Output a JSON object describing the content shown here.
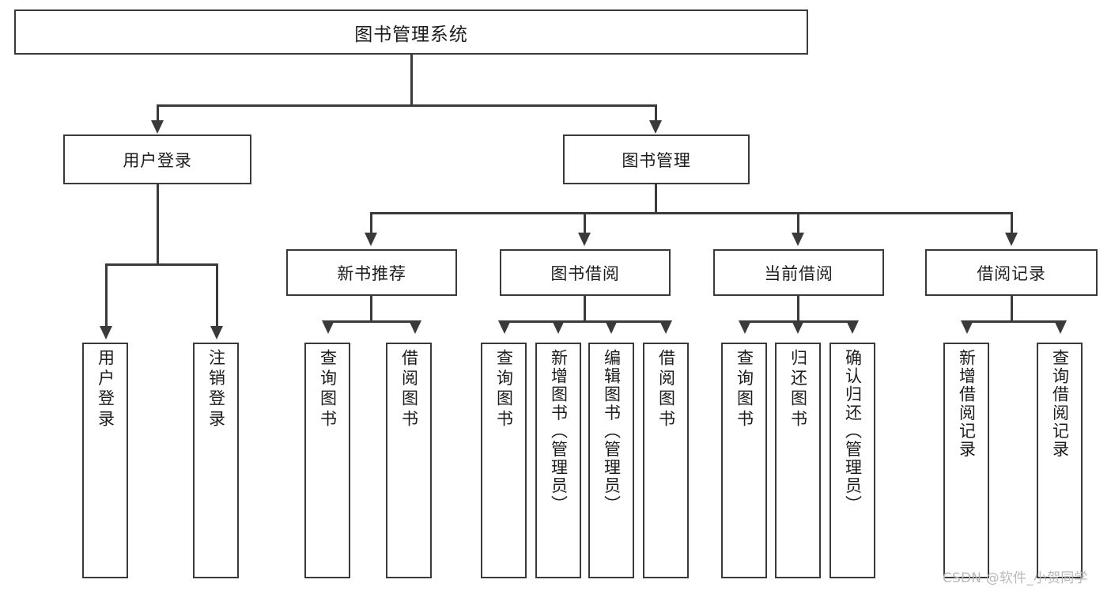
{
  "diagram": {
    "title": "图书管理系统",
    "type": "hierarchy-tree",
    "watermark": "CSDN @软件_小贺同学",
    "colors": {
      "stroke": "#3a3a3a",
      "box_fill": "#ffffff",
      "text": "#1c1c1c",
      "watermark": "#b9b9b9",
      "background": "#ffffff"
    },
    "root": {
      "label": "图书管理系统"
    },
    "level2": [
      {
        "label": "用户登录"
      },
      {
        "label": "图书管理"
      }
    ],
    "level3": [
      {
        "label": "新书推荐"
      },
      {
        "label": "图书借阅"
      },
      {
        "label": "当前借阅"
      },
      {
        "label": "借阅记录"
      }
    ],
    "leaves": {
      "user_login": [
        {
          "label": "用户登录"
        },
        {
          "label": "注销登录"
        }
      ],
      "new_book_recommend": [
        {
          "label": "查询图书"
        },
        {
          "label": "借阅图书"
        }
      ],
      "book_borrow": [
        {
          "label": "查询图书"
        },
        {
          "label": "新增图书（管理员）"
        },
        {
          "label": "编辑图书（管理员）"
        },
        {
          "label": "借阅图书"
        }
      ],
      "current_borrow": [
        {
          "label": "查询图书"
        },
        {
          "label": "归还图书"
        },
        {
          "label": "确认归还（管理员）"
        }
      ],
      "borrow_record": [
        {
          "label": "新增借阅记录"
        },
        {
          "label": "查询借阅记录"
        }
      ]
    }
  }
}
